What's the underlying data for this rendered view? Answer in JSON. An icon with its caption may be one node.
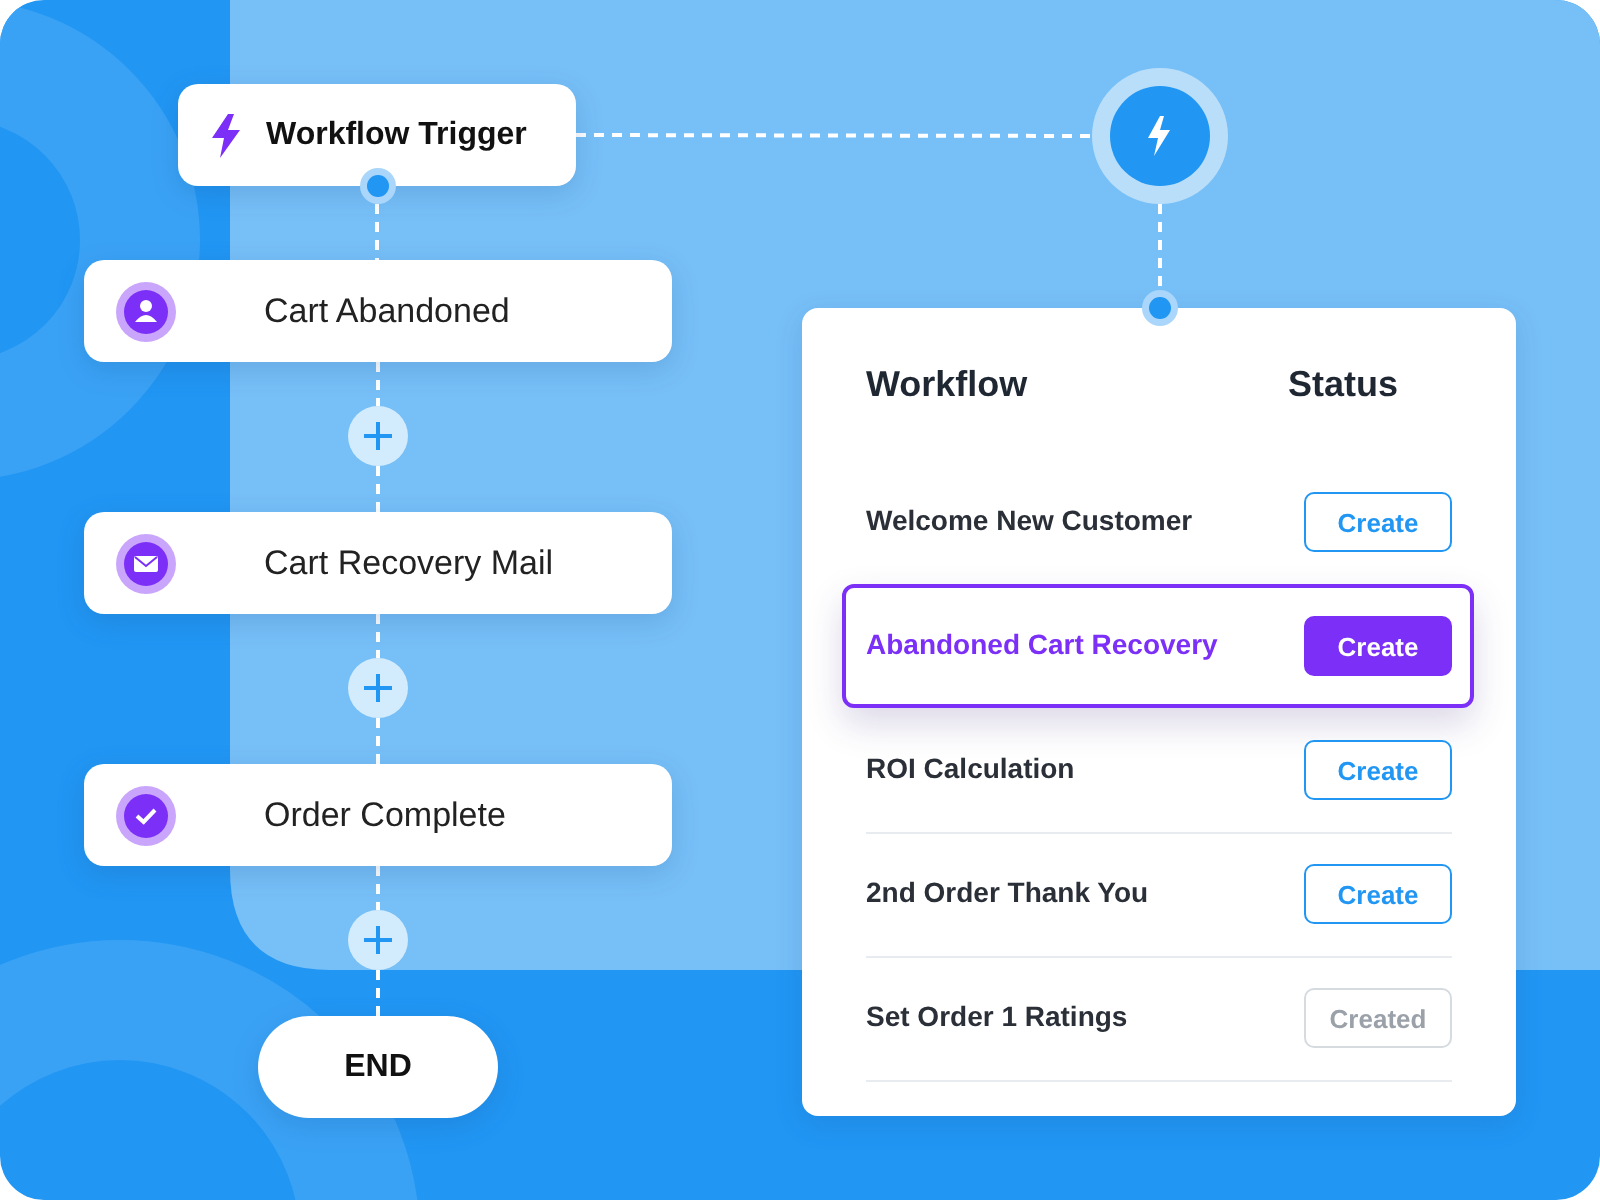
{
  "diagram": {
    "nodes": [
      {
        "text": [
          "Workflow Trigger"
        ]
      },
      {
        "text": [
          "Cart Abandoned"
        ]
      },
      {
        "text": [],
        "shape": "circle"
      },
      {
        "text": [
          "Cart Recovery Mail"
        ]
      },
      {
        "text": [],
        "shape": "circle"
      },
      {
        "text": [
          "Order Complete"
        ]
      },
      {
        "text": [],
        "shape": "circle"
      },
      {
        "text": [
          "END"
        ]
      },
      {
        "text": [],
        "shape": "circle"
      },
      {
        "text": [],
        "shape": "box"
      }
    ],
    "edges": [
      {
        "from": 0,
        "to": 1,
        "arrow": "none",
        "style": "dashed"
      },
      {
        "from": 1,
        "to": 2,
        "arrow": "none",
        "style": "dashed"
      },
      {
        "from": 2,
        "to": 3,
        "arrow": "none",
        "style": "dashed"
      },
      {
        "from": 3,
        "to": 4,
        "arrow": "none",
        "style": "dashed"
      },
      {
        "from": 4,
        "to": 5,
        "arrow": "none",
        "style": "dashed"
      },
      {
        "from": 5,
        "to": 6,
        "arrow": "none",
        "style": "dashed"
      },
      {
        "from": 6,
        "to": 7,
        "arrow": "none",
        "style": "dashed"
      },
      {
        "from": 0,
        "to": 8,
        "arrow": "none",
        "style": "dashed"
      },
      {
        "from": 8,
        "to": 9,
        "arrow": "none",
        "style": "dashed"
      }
    ],
    "labels": [
      "Workflow",
      "Status",
      "Welcome New Customer",
      "Create",
      "Abandoned Cart Recovery",
      "Create",
      "ROI Calculation",
      "Create",
      "2nd Order Thank You",
      "Create",
      "Set Order 1 Ratings",
      "Created"
    ]
  }
}
